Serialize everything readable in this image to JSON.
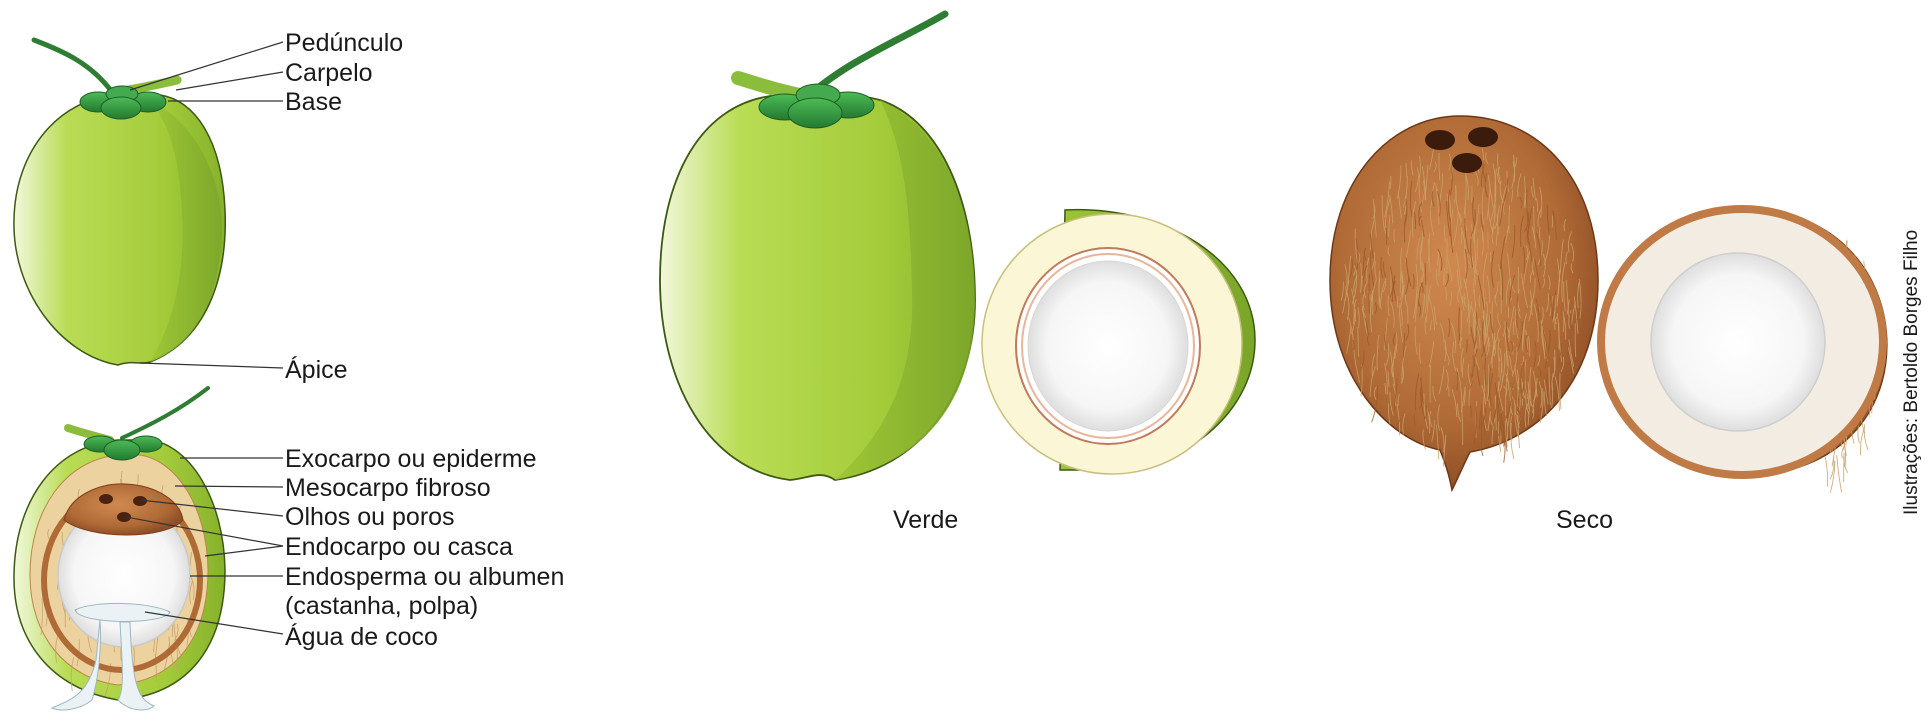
{
  "top_labels": {
    "peduncle": "Pedúnculo",
    "carpel": "Carpelo",
    "base": "Base",
    "apex": "Ápice"
  },
  "section_labels": {
    "exocarp": "Exocarpo ou epiderme",
    "mesocarp": "Mesocarpo fibroso",
    "eyes": "Olhos ou poros",
    "endocarp": "Endocarpo ou casca",
    "endosperm_line1": "Endosperma ou albumen",
    "endosperm_line2": "(castanha, polpa)",
    "water": "Água de coco"
  },
  "captions": {
    "green": "Verde",
    "dry": "Seco"
  },
  "credit": "Ilustrações: Bertoldo Borges Filho",
  "colors": {
    "green_light": "#dff0b0",
    "green_mid": "#a6cf3b",
    "green_dark": "#7aa52a",
    "leaf_green": "#2e8b3a",
    "husk_brown": "#b8713e",
    "shell_brown": "#9c5a2e",
    "flesh_cream": "#fbf7d6",
    "white_meat": "#f7f7f7"
  }
}
